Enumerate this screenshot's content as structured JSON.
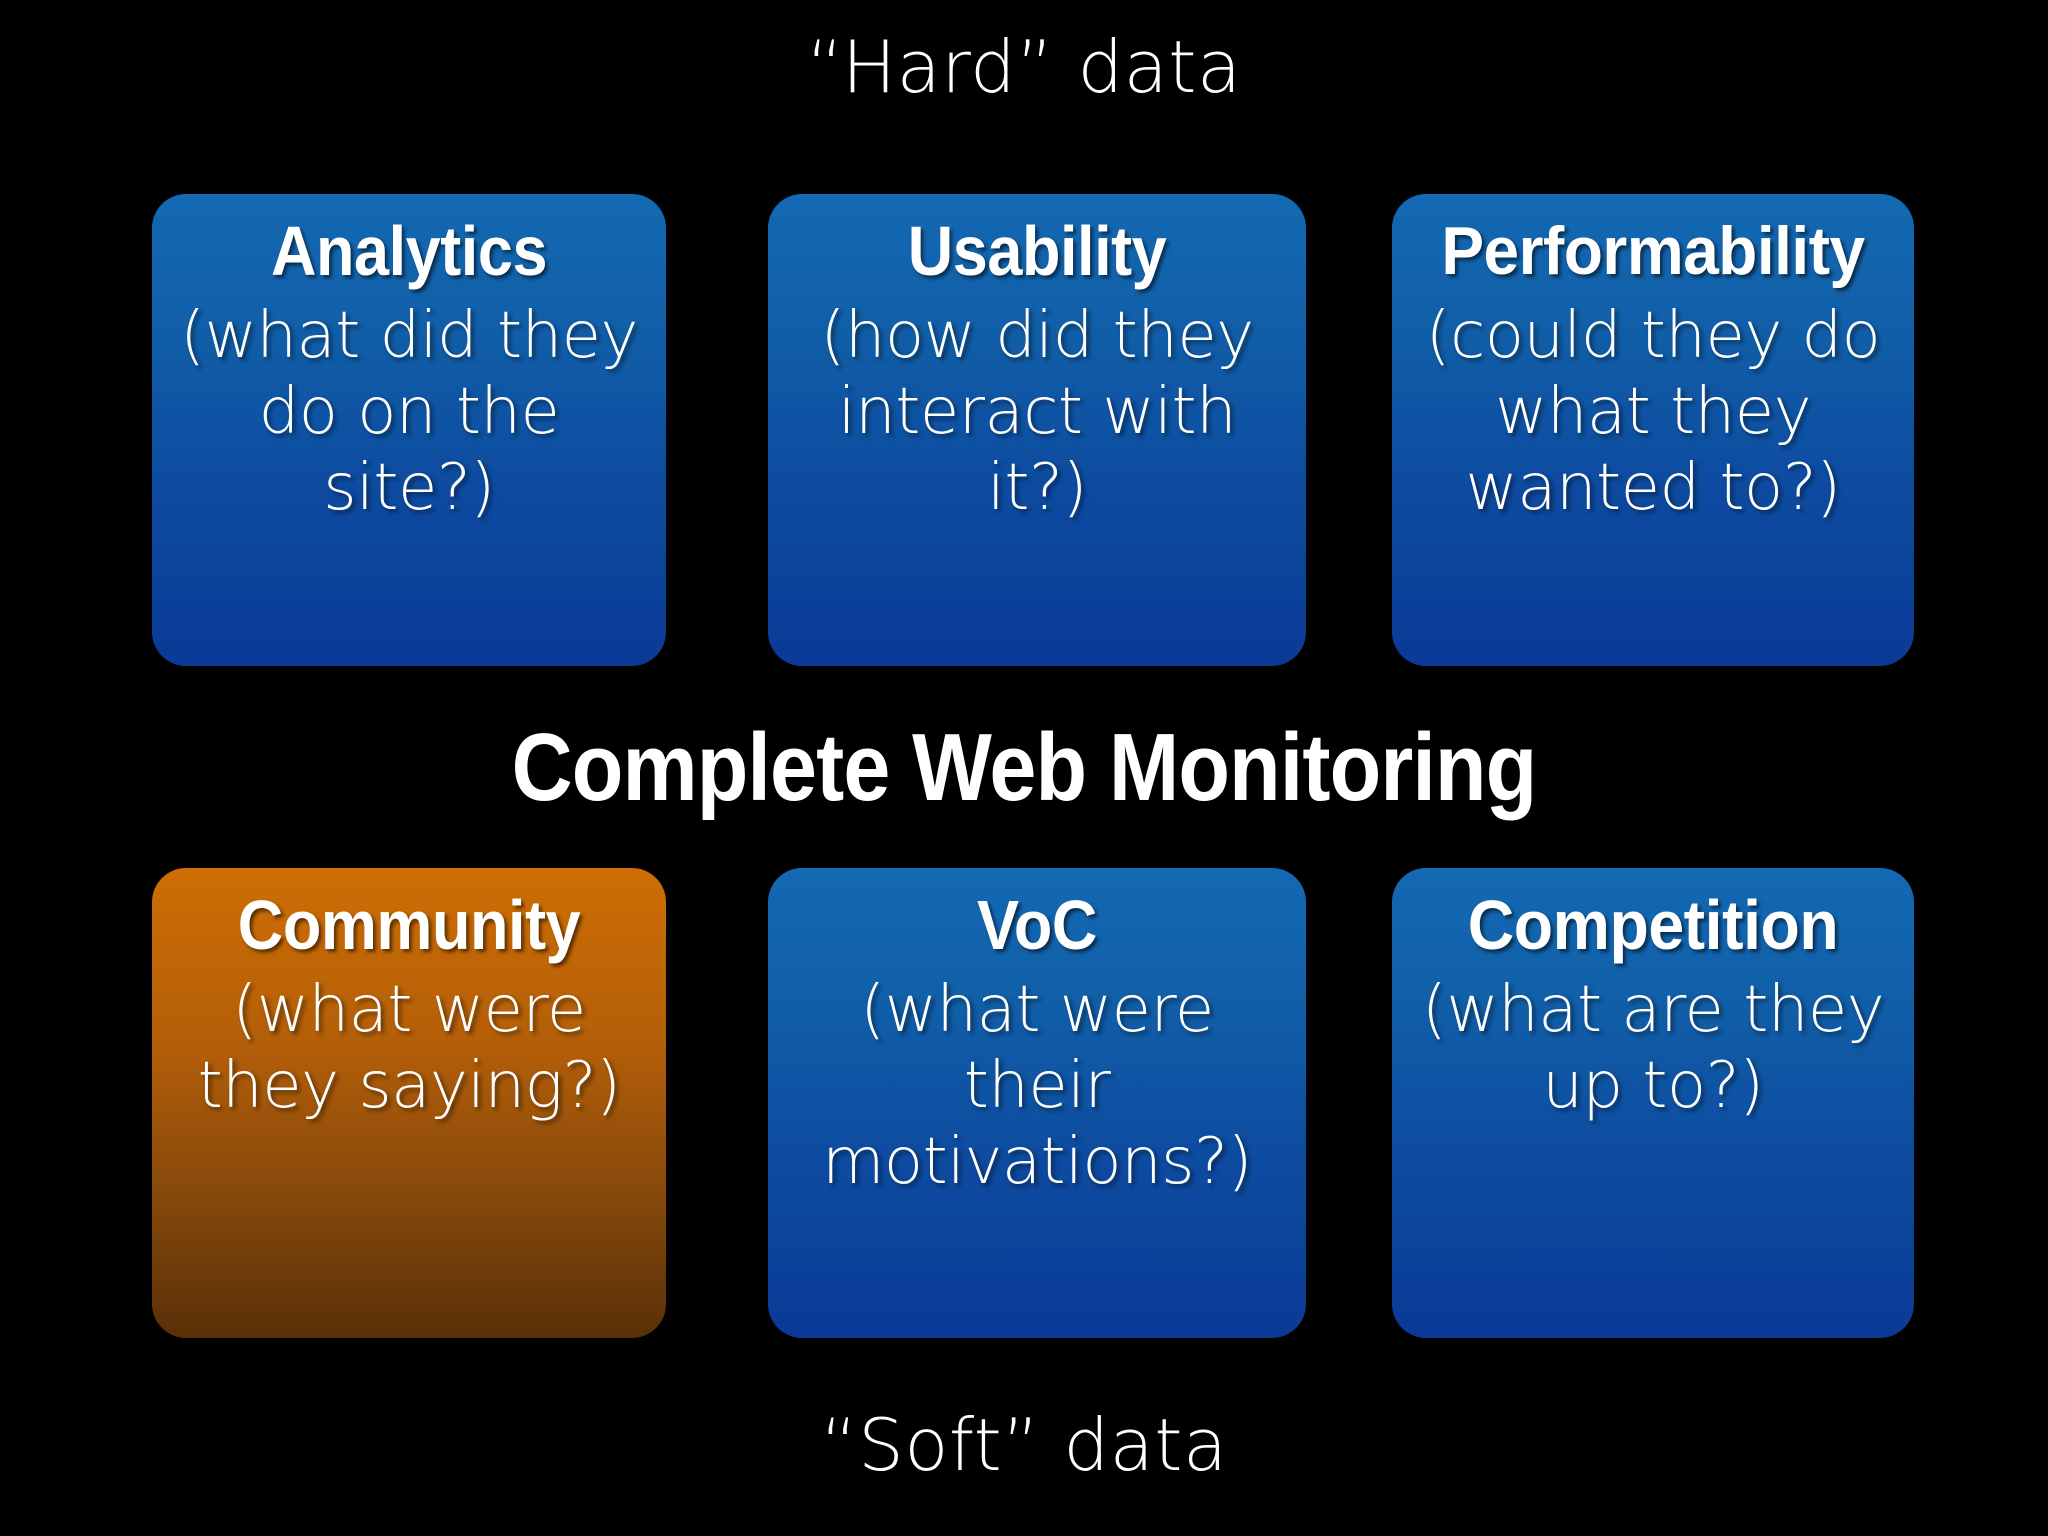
{
  "slide": {
    "background_color": "#000000",
    "top_caption": "“Hard” data",
    "bottom_caption": "“Soft” data",
    "headline": "Complete Web Monitoring"
  },
  "colors": {
    "blue_top": "#1369B3",
    "blue_bottom": "#0A3A96",
    "orange_top": "#CE6E04",
    "orange_bottom": "#5A3008",
    "text": "#FFFFFF",
    "background": "#000000"
  },
  "cards": [
    {
      "id": "analytics",
      "title": "Analytics",
      "description": "(what did they do on the site?)",
      "color": "blue",
      "row": "hard"
    },
    {
      "id": "usability",
      "title": "Usability",
      "description": "(how did they interact with it?)",
      "color": "blue",
      "row": "hard"
    },
    {
      "id": "performability",
      "title": "Performability",
      "description": "(could they do what they wanted to?)",
      "color": "blue",
      "row": "hard"
    },
    {
      "id": "community",
      "title": "Community",
      "description": "(what were they saying?)",
      "color": "orange",
      "row": "soft"
    },
    {
      "id": "voc",
      "title": "VoC",
      "description": "(what were their motivations?)",
      "color": "blue",
      "row": "soft"
    },
    {
      "id": "competition",
      "title": "Competition",
      "description": "(what are they up to?)",
      "color": "blue",
      "row": "soft"
    }
  ]
}
